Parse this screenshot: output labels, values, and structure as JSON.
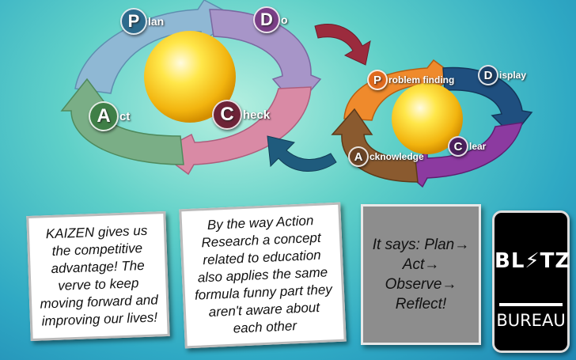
{
  "pdca_cycle": {
    "steps": [
      {
        "initial": "P",
        "rest": "lan",
        "color": "#2d6a8c"
      },
      {
        "initial": "D",
        "rest": "o",
        "color": "#7a3e86"
      },
      {
        "initial": "C",
        "rest": "heck",
        "color": "#6d2337"
      },
      {
        "initial": "A",
        "rest": "ct",
        "color": "#3f7f47"
      }
    ]
  },
  "pdca_variant": {
    "steps": [
      {
        "initial": "P",
        "rest": "roblem finding",
        "color": "#e06a1e"
      },
      {
        "initial": "D",
        "rest": "isplay",
        "color": "#1b3f66"
      },
      {
        "initial": "C",
        "rest": "lear",
        "color": "#4b1f5e"
      },
      {
        "initial": "A",
        "rest": "cknowledge",
        "color": "#6b4426"
      }
    ]
  },
  "cards": [
    {
      "text": "KAIZEN gives us the competitive advantage! The verve to keep moving forward and improving our lives!"
    },
    {
      "text": "By the way Action Research a concept related to education also applies the same formula funny part they aren't aware about each other"
    },
    {
      "text": "It says: Plan→ Act→ Observe→ Reflect!"
    }
  ],
  "logo": {
    "top": "BL⚡TZ",
    "bottom": "BUREAU"
  }
}
